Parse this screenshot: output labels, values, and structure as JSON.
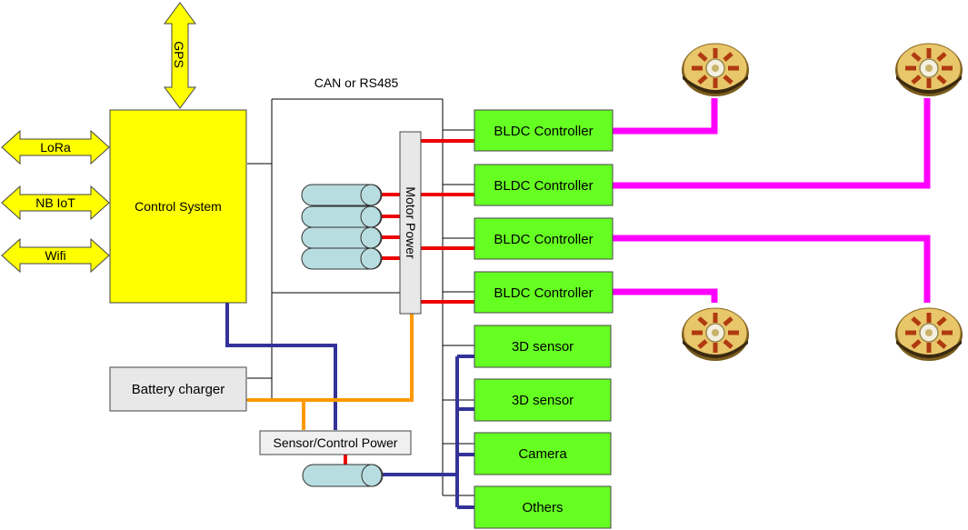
{
  "labels": {
    "gps": "GPS",
    "lora": "LoRa",
    "nbiot": "NB IoT",
    "wifi": "Wifi",
    "control_system": "Control System",
    "can_bus": "CAN or RS485",
    "motor_power": "Motor Power",
    "battery_charger": "Battery charger",
    "sensor_control_power": "Sensor/Control Power"
  },
  "controllers": [
    "BLDC Controller",
    "BLDC Controller",
    "BLDC Controller",
    "BLDC Controller"
  ],
  "peripherals": [
    "3D sensor",
    "3D sensor",
    "Camera",
    "Others"
  ],
  "colors": {
    "yellow": "#ffff00",
    "green": "#66ff22",
    "magenta": "#ff00ff",
    "navy": "#333399",
    "orange": "#ff9900",
    "red": "#ee0000",
    "battery_cell": "#b8dde0",
    "grey_box": "#e8e8e8"
  },
  "icons": {
    "motor": "brushless-motor-icon"
  }
}
